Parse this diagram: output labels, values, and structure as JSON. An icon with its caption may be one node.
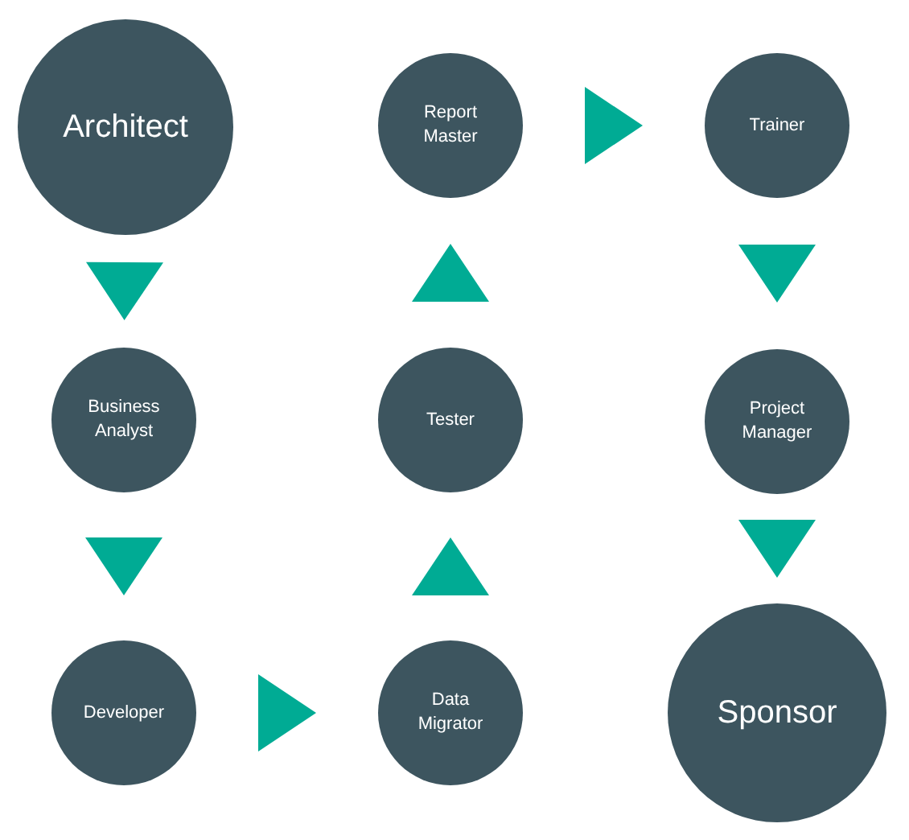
{
  "diagram": {
    "nodes": [
      {
        "text": [
          "Architect"
        ]
      },
      {
        "text": [
          "Report Master"
        ]
      },
      {
        "text": [
          "Trainer"
        ]
      },
      {
        "text": [
          "Business Analyst"
        ]
      },
      {
        "text": [
          "Tester"
        ]
      },
      {
        "text": [
          "Project Manager"
        ]
      },
      {
        "text": [
          "Developer"
        ]
      },
      {
        "text": [
          "Data Migrator"
        ]
      },
      {
        "text": [
          "Sponsor"
        ]
      }
    ],
    "edges": [
      {
        "from": 0,
        "to": 3,
        "arrow": "to"
      },
      {
        "from": 3,
        "to": 6,
        "arrow": "to"
      },
      {
        "from": 6,
        "to": 7,
        "arrow": "to"
      },
      {
        "from": 7,
        "to": 4,
        "arrow": "to"
      },
      {
        "from": 4,
        "to": 1,
        "arrow": "to"
      },
      {
        "from": 1,
        "to": 2,
        "arrow": "to"
      },
      {
        "from": 2,
        "to": 5,
        "arrow": "to"
      },
      {
        "from": 5,
        "to": 8,
        "arrow": "to"
      }
    ]
  }
}
